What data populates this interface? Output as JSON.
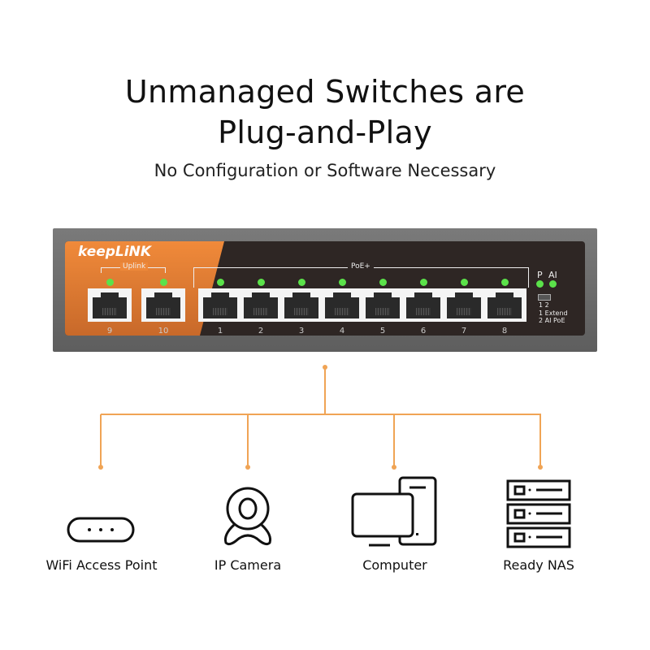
{
  "header": {
    "title_line1": "Unmanaged Switches are",
    "title_line2": "Plug-and-Play",
    "subtitle": "No Configuration or Software Necessary"
  },
  "switch": {
    "brand": "keepLiNK",
    "uplink_label": "Uplink",
    "poe_label": "PoE+",
    "uplink_ports": [
      "9",
      "10"
    ],
    "poe_ports": [
      "1",
      "2",
      "3",
      "4",
      "5",
      "6",
      "7",
      "8"
    ],
    "led_p": "P",
    "led_ai": "AI",
    "switch_positions": "1 2",
    "mode_1": "1 Extend",
    "mode_2": "2 AI PoE",
    "led_color": "#5be24a",
    "accent": "#f08a3a"
  },
  "devices": [
    {
      "label": "WiFi Access Point",
      "icon": "wifi-access-point-icon"
    },
    {
      "label": "IP Camera",
      "icon": "ip-camera-icon"
    },
    {
      "label": "Computer",
      "icon": "computer-icon"
    },
    {
      "label": "Ready NAS",
      "icon": "nas-icon"
    }
  ],
  "connector_color": "#f0a455"
}
